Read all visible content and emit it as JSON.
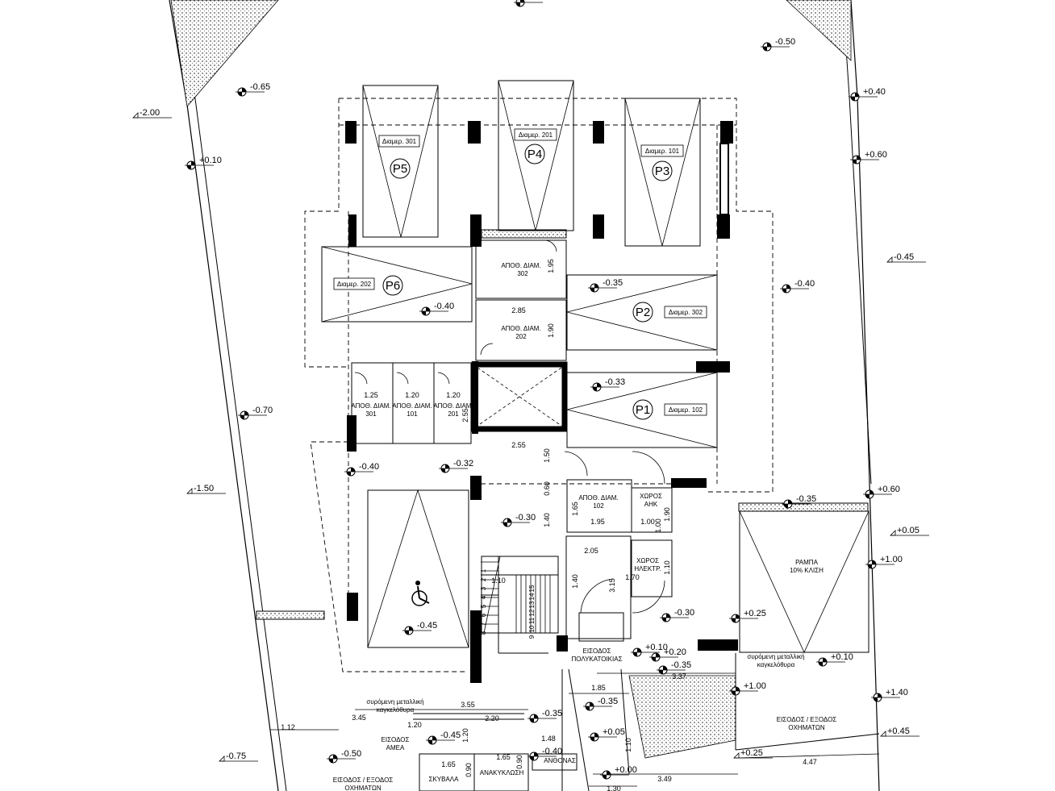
{
  "levels": [
    "-0.50",
    "-0.65",
    "+0.10",
    "-0.50",
    "+0.40",
    "+0.60",
    "-0.40",
    "-0.40",
    "-0.35",
    "-0.33",
    "-0.70",
    "-0.40",
    "-0.32",
    "-0.30",
    "-0.45",
    "+0.60",
    "+1.00",
    "+0.25",
    "-0.30",
    "-0.35",
    "+0.10",
    "+0.10",
    "+0.20",
    "-0.35",
    "+1.00",
    "+1.40",
    "-0.35",
    "-0.35",
    "+0.05",
    "-0.45",
    "-0.50",
    "-0.40",
    "+0.00"
  ],
  "side_levels": [
    "-2.00",
    "-0.45",
    "-1.50",
    "+0.05",
    "+0.45",
    "-0.75",
    "+0.25"
  ],
  "parking": {
    "p5": {
      "code": "P5",
      "apt": "Διαμερ. 301"
    },
    "p4": {
      "code": "P4",
      "apt": "Διαμερ. 201"
    },
    "p3": {
      "code": "P3",
      "apt": "Διαμερ. 101"
    },
    "p6": {
      "code": "P6",
      "apt": "Διαμερ. 202"
    },
    "p2": {
      "code": "P2",
      "apt": "Διαμερ. 302"
    },
    "p1": {
      "code": "P1",
      "apt": "Διαμερ. 102"
    }
  },
  "storage": {
    "title": "ΑΠΟΘ. ΔΙΑΜ.",
    "s302": "302",
    "s202": "202",
    "s301": "301",
    "s101": "101",
    "s201": "201",
    "s102": "102"
  },
  "rooms": {
    "hk_line1": "ΧΩΡΟΣ",
    "hk_line2": "ΑΗΚ",
    "el_line1": "ΧΩΡΟΣ",
    "el_line2": "ΗΛΕΚΤΡ.",
    "ramp_line1": "ΡΑΜΠΑ",
    "ramp_line2": "10% ΚΛΙΣΗ",
    "entrance_line1": "ΕΙΣΟΔΟΣ",
    "entrance_line2": "ΠΟΛΥΚΑΤΟΙΚΙΑΣ",
    "vehicles_line1": "ΕΙΣΟΔΟΣ / ΕΞΟΔΟΣ",
    "vehicles_line2": "ΟΧΗΜΑΤΩΝ",
    "vehicles2_line1": "ΕΙΣΟΔΟΣ / ΕΞΟΔΟΣ",
    "vehicles2_line2": "ΟΧΗΜΑΤΩΝ",
    "gate1_line1": "συρόμενη μεταλλική",
    "gate1_line2": "καγκελόθυρα",
    "gate2_line1": "συρόμενη μεταλλική",
    "gate2_line2": "καγκελόθυρα",
    "amea_line1": "ΕΙΣΟΔΟΣ",
    "amea_line2": "ΑΜΕΑ",
    "bins": "ΣΚΥΒΑΛΑ",
    "recycling": "ΑΝΑΚΥΚΛΩΣΗ",
    "lift": "ΑΝΘΟΝΑΣ"
  },
  "dims": [
    "2.85",
    "1.95",
    "1.90",
    "1.25",
    "1.20",
    "1.20",
    "2.55",
    "2.55",
    "1.50",
    "0.60",
    "1.40",
    "1.65",
    "1.95",
    "1.00",
    "1.00",
    "1.90",
    "2.05",
    "1.40",
    "1.10",
    "3.15",
    "1.70",
    "1.10",
    "3.37",
    "1.85",
    "3.55",
    "3.45",
    "2.20",
    "1.12",
    "1.20",
    "1.20",
    "1.48",
    "1.65",
    "1.65",
    "0.90",
    "0.90",
    "1.10",
    "1.30",
    "3.49",
    "4.47"
  ],
  "steps": [
    "1",
    "2",
    "3",
    "4",
    "5",
    "6",
    "7",
    "8",
    "9",
    "10",
    "11",
    "12",
    "13",
    "14",
    "15"
  ]
}
